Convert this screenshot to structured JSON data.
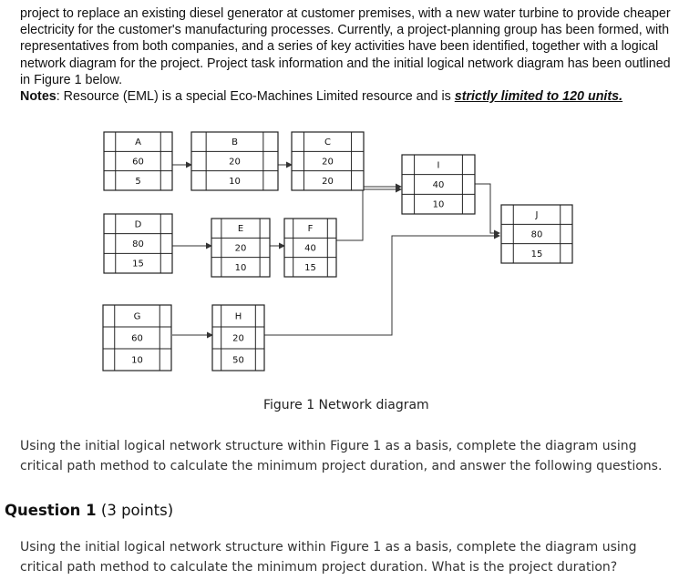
{
  "intro": {
    "paragraph": "project to replace an existing diesel generator at customer premises, with a new water turbine to provide cheaper electricity for the customer's manufacturing processes. Currently, a project-planning group has been formed, with representatives from both companies, and a series of key activities have been identified, together with a logical network diagram for the project. Project task information and the initial logical network diagram has been outlined in Figure 1 below.",
    "notes_label": "Notes",
    "notes_text": ": Resource (EML) is a special Eco-Machines Limited resource and is ",
    "notes_emphasis": "strictly limited to 120 units."
  },
  "diagram": {
    "nodes": [
      {
        "id": "A",
        "duration": "60",
        "resource": "5"
      },
      {
        "id": "B",
        "duration": "20",
        "resource": "10"
      },
      {
        "id": "C",
        "duration": "20",
        "resource": "20"
      },
      {
        "id": "D",
        "duration": "80",
        "resource": "15"
      },
      {
        "id": "E",
        "duration": "20",
        "resource": "10"
      },
      {
        "id": "F",
        "duration": "40",
        "resource": "15"
      },
      {
        "id": "G",
        "duration": "60",
        "resource": "10"
      },
      {
        "id": "H",
        "duration": "20",
        "resource": "50"
      },
      {
        "id": "I",
        "duration": "40",
        "resource": "10"
      },
      {
        "id": "J",
        "duration": "80",
        "resource": "15"
      }
    ],
    "caption": "Figure 1 Network diagram"
  },
  "body_text": "Using the initial logical network structure within Figure 1 as a basis, complete the diagram using critical path method to calculate the minimum project duration, and answer the following questions.",
  "question": {
    "title": "Question 1",
    "points": "(3 points)",
    "text": "Using the initial logical network structure within Figure 1 as a basis, complete the diagram using critical path method to calculate the minimum project duration. What is the project duration?"
  }
}
